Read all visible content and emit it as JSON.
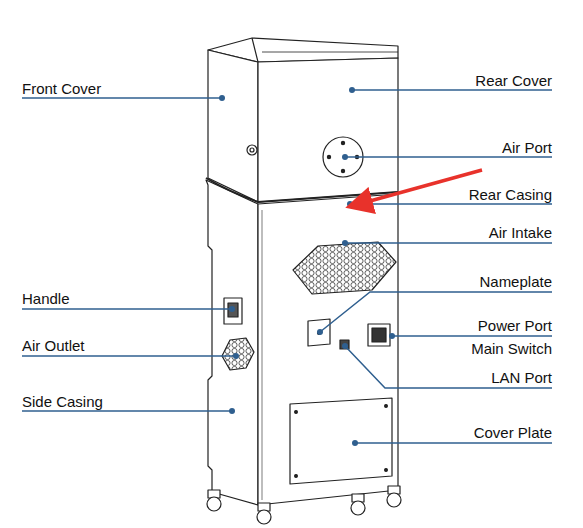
{
  "diagram": {
    "labels": [
      "Front Cover",
      "Handle",
      "Air Outlet",
      "Side Casing",
      "Rear Cover",
      "Air Port",
      "Rear Casing",
      "Air Intake",
      "Nameplate",
      "Power Port",
      "Main Switch",
      "LAN Port",
      "Cover Plate"
    ]
  }
}
